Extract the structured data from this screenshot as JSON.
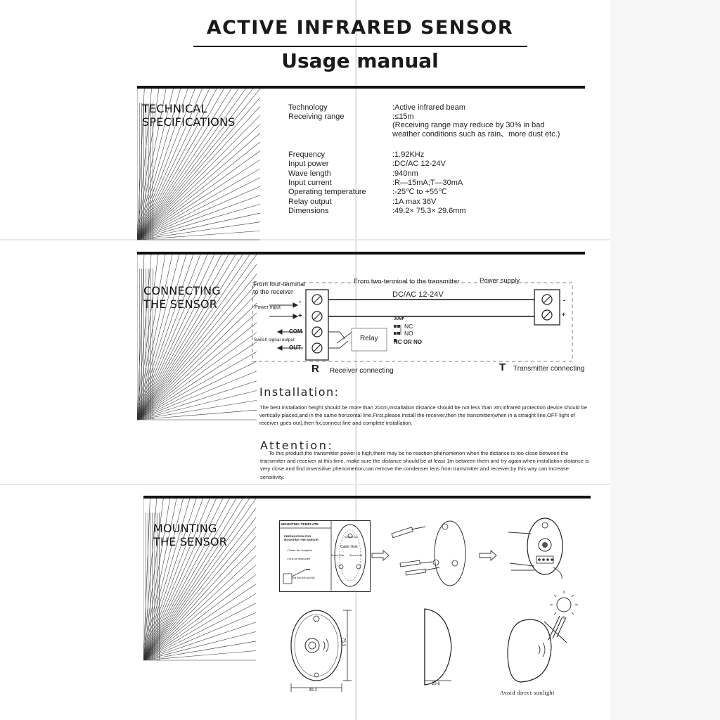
{
  "header": {
    "title": "ACTIVE INFRARED SENSOR",
    "subtitle": "Usage manual"
  },
  "tech_specs": {
    "title_line1": "TECHNICAL",
    "title_line2": "SPECIFICATIONS",
    "rows": [
      {
        "label": "Technology",
        "value": ":Active infrared beam"
      },
      {
        "label": "Receiving range",
        "value": ":≤15m"
      },
      {
        "label": "",
        "value": "(Receiving range may reduce by 30% in bad"
      },
      {
        "label": "",
        "value": "weather conditions such as rain、more dust etc.)"
      },
      {
        "label": "Frequency",
        "value": ":1.92KHz"
      },
      {
        "label": "Input power",
        "value": ":DC/AC 12-24V"
      },
      {
        "label": "Wave length",
        "value": ":940nm"
      },
      {
        "label": "Input current",
        "value": ":R—15mA;T—30mA"
      },
      {
        "label": "Operating temperature",
        "value": ":-25℃ to +55℃"
      },
      {
        "label": "Relay output",
        "value": ":1A max 36V"
      },
      {
        "label": "Dimensions",
        "value": ":49.2× 75.3× 29.6mm"
      }
    ]
  },
  "connecting": {
    "title_line1": "CONNECTING",
    "title_line2": "THE SENSOR",
    "from_four_line1": "From four-terminal",
    "from_four_line2": "to the receiver",
    "from_two": "From two-terminal to the transmitter",
    "power_supply": "Power supply",
    "voltage": "DC/AC 12-24V",
    "power_input": "Power input",
    "minus": "-",
    "plus": "+",
    "com": "COM",
    "switch_signal": "Switch signal output",
    "out": "OUT",
    "relay": "Relay",
    "jump": "JUMP",
    "nc": "NC",
    "no": "NO",
    "nc_or_no": "NC OR NO",
    "r_letter": "R",
    "r_caption": "Receiver connecting",
    "t_letter": "T",
    "t_caption": "Transmitter connecting"
  },
  "installation": {
    "heading": "Installation:",
    "text": "The best installation height should be more than 20cm,installation distance should be not less than 3m;infrared protection device should be vertically placed,and in the same horizontal line.First,please install the receiver,then the transmitter(when in a straight line,OFF light of receiver goes out),then fix,connect line and complete installation."
  },
  "attention": {
    "heading": "Attention:",
    "text": "To this product,the transmitter power is high,there may be no reaction phenomenon when the distance is too close between the transmitter and receiver at this time, make sure the distance should be at least 1m between them and try again;when installation distance is very close and find insensitive phenomenon,can remove the condenser lens from transmitter and receiver,by this way can increase sensitivity."
  },
  "mounting": {
    "title_line1": "MOUNTING",
    "title_line2": "THE SENSOR",
    "template_title": "MOUNTING TEMPLATE",
    "template_sub": "PREPARATION FOR MOUNTING THE SENSOR",
    "step1": "• Paste the template",
    "step2": "• Drill as instructed",
    "drill_note": "Drill with M4 and M6",
    "screw_hole_top": "Screw Hole",
    "cable_hole": "Cable Hole",
    "screw_hole_left": "Screw Hole",
    "screw_hole_right": "Screw Hole",
    "dim_width": "49.2",
    "dim_height": "75.3",
    "dim_depth": "29.6",
    "avoid_sunlight": "Avoid direct sunlight"
  }
}
